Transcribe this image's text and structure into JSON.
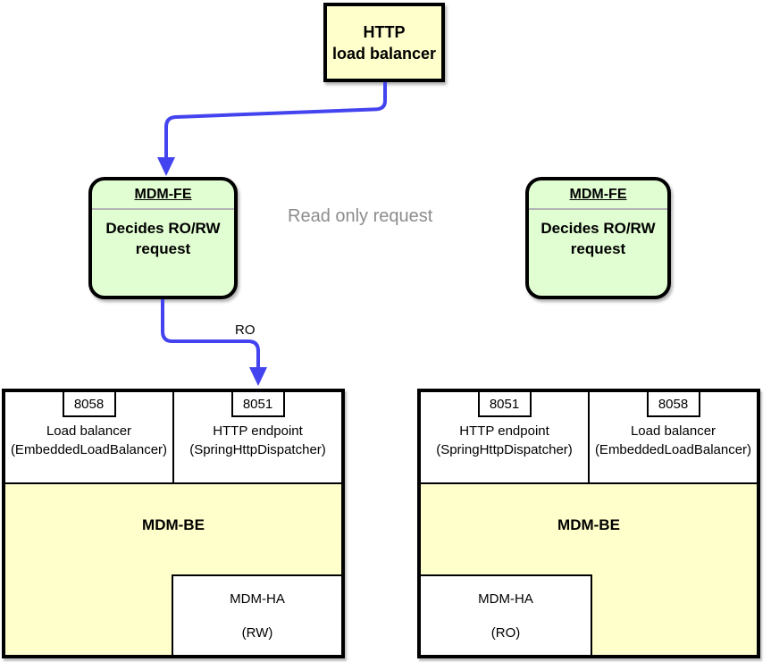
{
  "diagram": {
    "http_lb": {
      "line1": "HTTP",
      "line2": "load balancer"
    },
    "fe_left": {
      "title": "MDM-FE",
      "body_line1": "Decides RO/RW",
      "body_line2": "request"
    },
    "fe_right": {
      "title": "MDM-FE",
      "body_line1": "Decides RO/RW",
      "body_line2": "request"
    },
    "labels": {
      "read_only": "Read only request",
      "ro_edge": "RO"
    },
    "be_left": {
      "columns": [
        {
          "port": "8058",
          "name": "Load balancer",
          "impl": "(EmbeddedLoadBalancer)"
        },
        {
          "port": "8051",
          "name": "HTTP endpoint",
          "impl": "(SpringHttpDispatcher)"
        }
      ],
      "be_label": "MDM-BE",
      "ha_title": "MDM-HA",
      "ha_mode": "(RW)"
    },
    "be_right": {
      "columns": [
        {
          "port": "8051",
          "name": "HTTP endpoint",
          "impl": "(SpringHttpDispatcher)"
        },
        {
          "port": "8058",
          "name": "Load balancer",
          "impl": "(EmbeddedLoadBalancer)"
        }
      ],
      "be_label": "MDM-BE",
      "ha_title": "MDM-HA",
      "ha_mode": "(RO)"
    },
    "colors": {
      "node_yellow": "#FFFFCC",
      "node_green": "#E1FDD2",
      "arrow_blue": "#4343EF",
      "muted_text": "#8C8C8C",
      "border_black": "#000000",
      "divider_gray": "#B3B3B3"
    }
  }
}
